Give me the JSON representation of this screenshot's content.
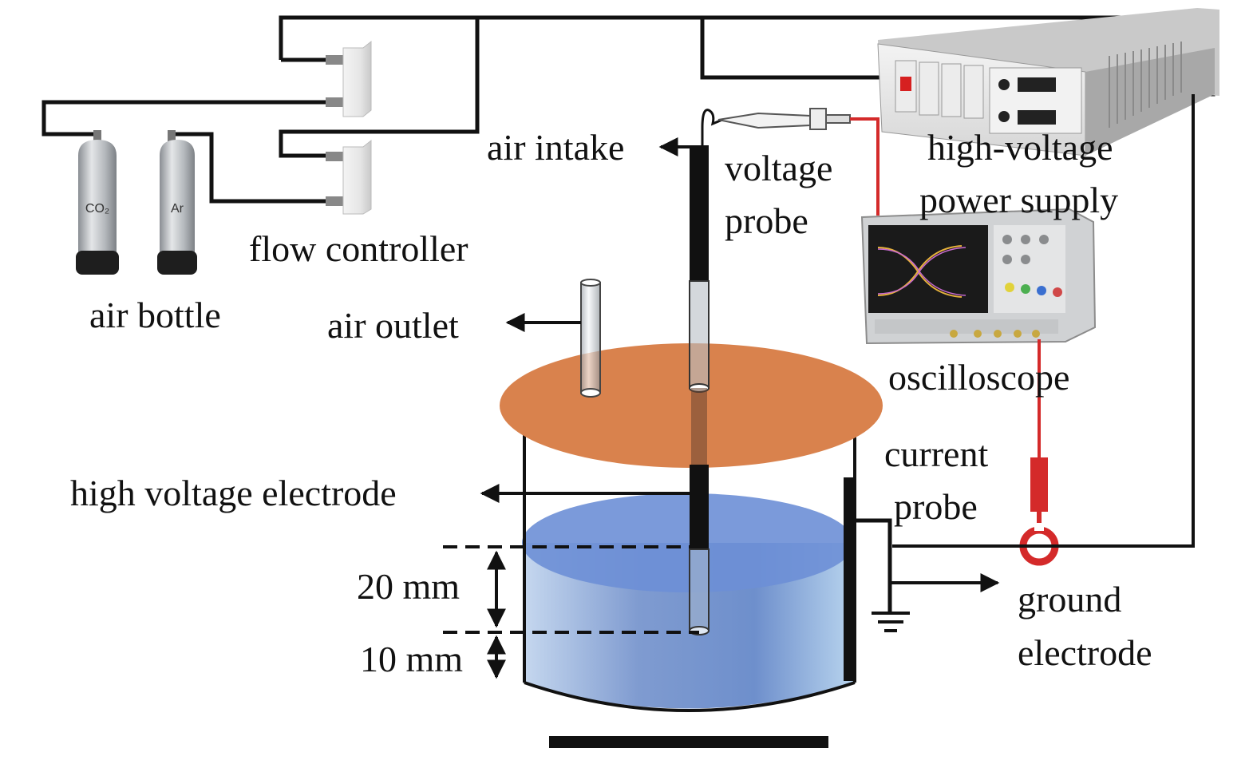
{
  "labels": {
    "air_bottle": "air bottle",
    "flow_controller": "flow controller",
    "air_intake": "air intake",
    "air_outlet": "air outlet",
    "voltage_probe_1": "voltage",
    "voltage_probe_2": "probe",
    "power_supply_1": "high-voltage",
    "power_supply_2": "power supply",
    "oscilloscope": "oscilloscope",
    "current_probe_1": "current",
    "current_probe_2": "probe",
    "hv_electrode": "high voltage electrode",
    "dim_20": "20 mm",
    "dim_10": "10 mm",
    "ground_1": "ground",
    "ground_2": "electrode"
  },
  "cylinders": {
    "co2": "CO₂",
    "ar": "Ar"
  },
  "colors": {
    "wire": "#111111",
    "signal_wire": "#d42a2a",
    "lid": "#d8804a",
    "water": "#7f9fd6",
    "cylinder_body": "#b9bcc0",
    "cylinder_base": "#1e1e1e"
  }
}
